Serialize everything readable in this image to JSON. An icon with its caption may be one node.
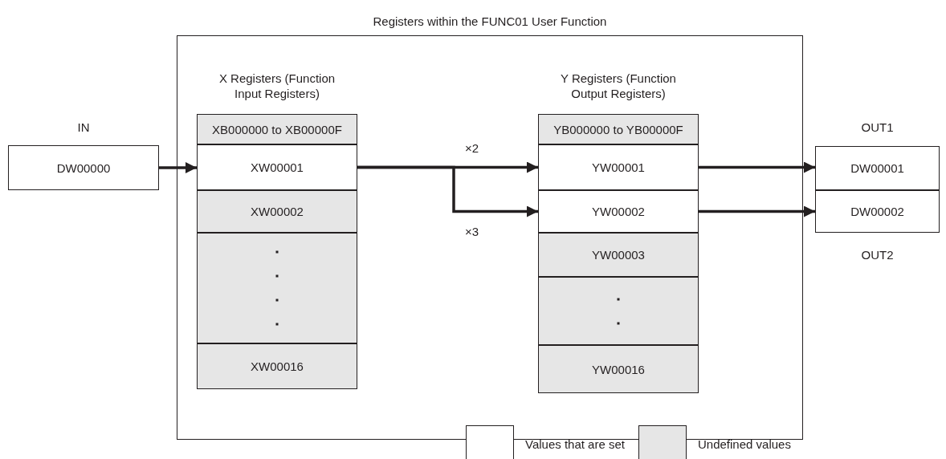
{
  "diagram": {
    "nodes": [
      {
        "text": [
          "Registers within the FUNC01 User Function"
        ]
      },
      {
        "text": [
          "IN",
          "DW00000"
        ]
      },
      {
        "text": [
          "X Registers (Function Input Registers)"
        ],
        "in": 0
      },
      {
        "text": [
          "XB000000 to XB00000F"
        ],
        "in": 2
      },
      {
        "text": [
          "XW00001"
        ],
        "in": 2
      },
      {
        "text": [
          "XW00002"
        ],
        "in": 2
      },
      {
        "text": [],
        "shape": "box",
        "in": 2
      },
      {
        "text": [
          "XW00016"
        ],
        "in": 2
      },
      {
        "text": [
          "Y Registers (Function Output Registers)"
        ],
        "in": 0
      },
      {
        "text": [
          "YB000000 to YB00000F"
        ],
        "in": 8
      },
      {
        "text": [
          "YW00001"
        ],
        "in": 8
      },
      {
        "text": [
          "YW00002"
        ],
        "in": 8
      },
      {
        "text": [
          "YW00003"
        ],
        "in": 8
      },
      {
        "text": [],
        "shape": "box",
        "in": 8
      },
      {
        "text": [
          "YW00016"
        ],
        "in": 8
      },
      {
        "text": [
          "OUT1",
          "DW00001"
        ]
      },
      {
        "text": [
          "DW00002",
          "OUT2"
        ]
      }
    ],
    "edges": [
      {
        "from": 1,
        "to": 4,
        "arrow": "to"
      },
      {
        "from": 4,
        "to": 10,
        "arrow": "to",
        "label": "×2"
      },
      {
        "from": 4,
        "to": 11,
        "arrow": "to",
        "label": "×3"
      },
      {
        "from": 10,
        "to": 15,
        "arrow": "to"
      },
      {
        "from": 11,
        "to": 16,
        "arrow": "to"
      }
    ],
    "legend": [
      {
        "text": "Values that are set",
        "color": "#ffffff"
      },
      {
        "text": "Undefined values",
        "color": "#e6e6e6"
      }
    ]
  }
}
